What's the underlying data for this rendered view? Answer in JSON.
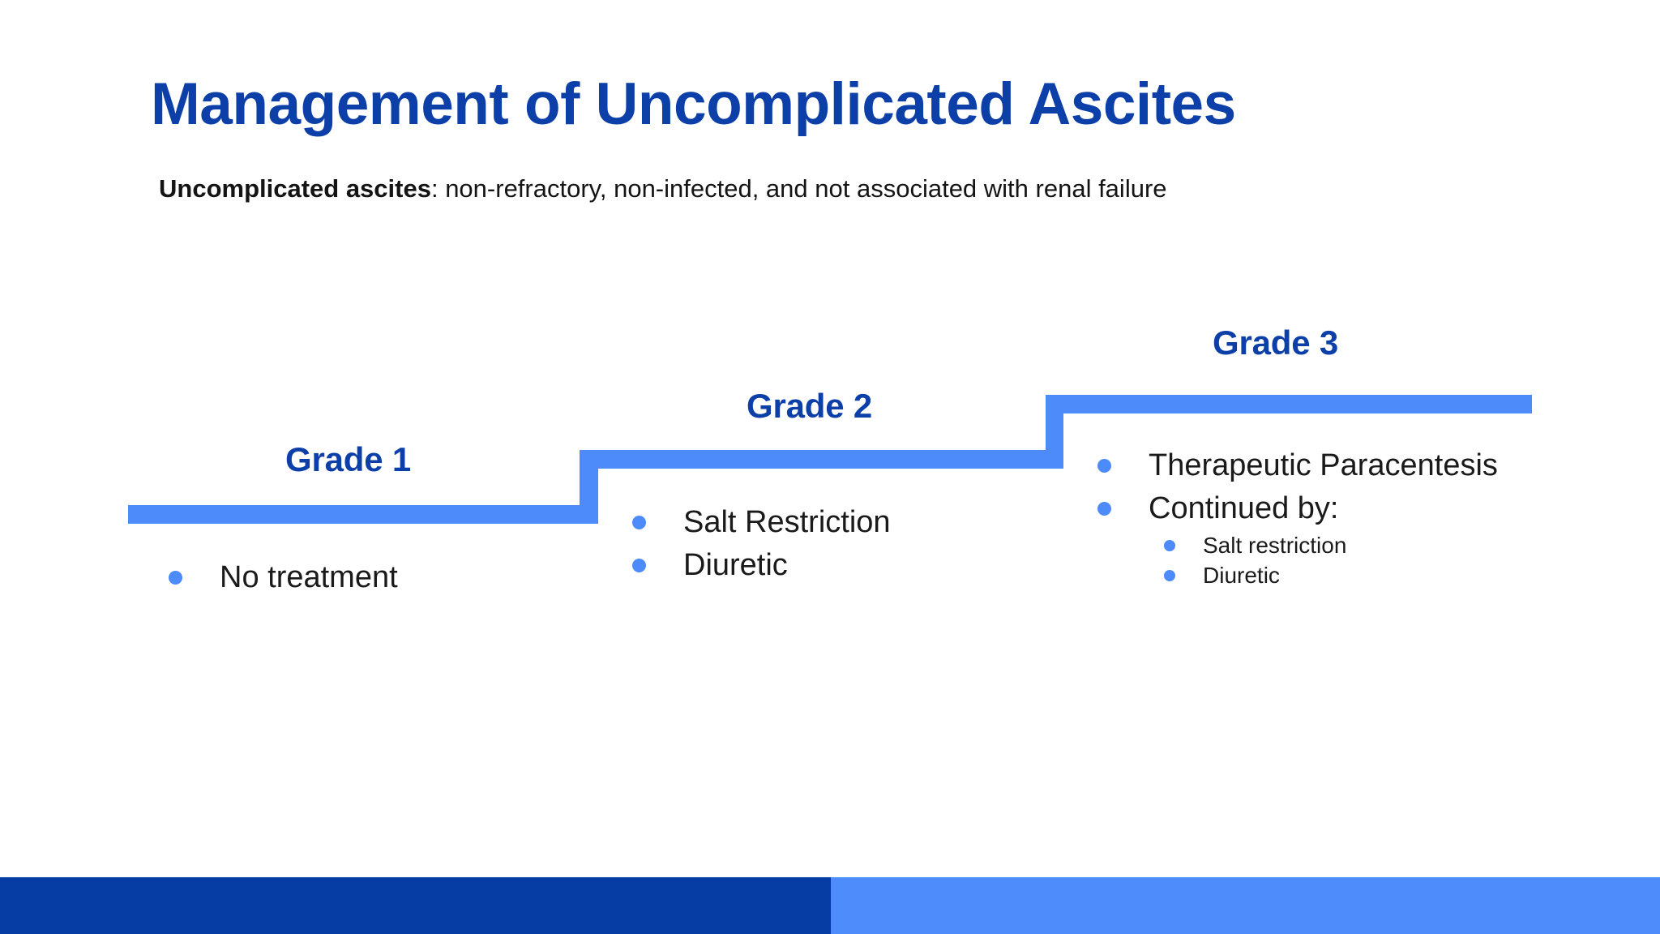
{
  "slide": {
    "title": "Management of Uncomplicated Ascites",
    "subtitle_lead": "Uncomplicated ascites",
    "subtitle_rest": ": non-refractory, non-infected, and not associated with renal failure"
  },
  "colors": {
    "title_navy": "#0d3fa8",
    "step_blue": "#4d8bfa",
    "bullet_blue": "#4d8bfa",
    "bar_left_navy": "#063da4",
    "bar_right_blue": "#4f8cfb",
    "body_text": "#1a1a1a",
    "background": "#ffffff"
  },
  "chart_data": {
    "type": "bar",
    "title": "Management of Uncomplicated Ascites",
    "xlabel": "",
    "ylabel": "",
    "categories": [
      "Grade 1",
      "Grade 2",
      "Grade 3"
    ],
    "values": [
      1,
      2,
      3
    ],
    "ylim": [
      0,
      3
    ],
    "grid": false,
    "legend": "none",
    "annotations": [
      "Grade 1: No treatment",
      "Grade 2: Salt Restriction; Diuretic",
      "Grade 3: Therapeutic Paracentesis; Continued by: Salt restriction, Diuretic"
    ]
  },
  "steps": [
    {
      "heading": "Grade 1",
      "bullets": [
        {
          "text": "No treatment",
          "sub": []
        }
      ]
    },
    {
      "heading": "Grade 2",
      "bullets": [
        {
          "text": "Salt Restriction",
          "sub": []
        },
        {
          "text": "Diuretic",
          "sub": []
        }
      ]
    },
    {
      "heading": "Grade 3",
      "bullets": [
        {
          "text": "Therapeutic Paracentesis",
          "sub": []
        },
        {
          "text": "Continued by:",
          "sub": [
            "Salt restriction",
            "Diuretic"
          ]
        }
      ]
    }
  ],
  "footer": {
    "left_segment_label": "footer-accent-navy",
    "right_segment_label": "footer-accent-blue"
  }
}
